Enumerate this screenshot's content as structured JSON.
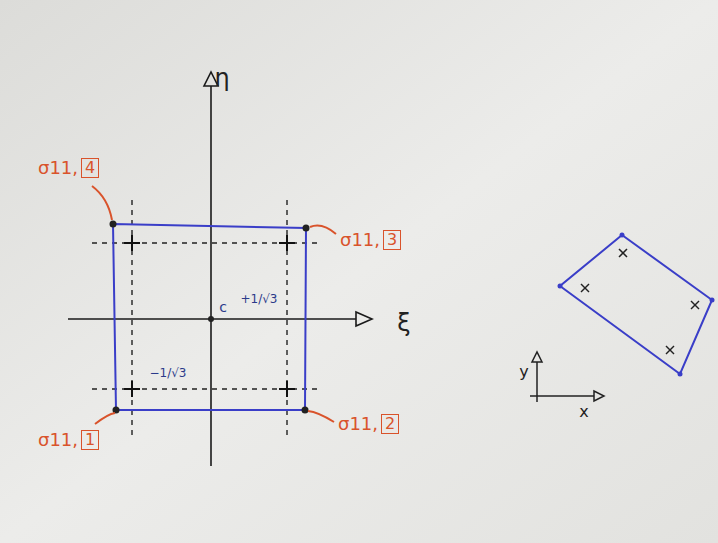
{
  "diagram": {
    "labels": [
      "η",
      "ξ",
      "c",
      "+1/√3",
      "−1/√3",
      "σ11,",
      "4",
      "σ11,",
      "3",
      "σ11,",
      "1",
      "σ11,",
      "2",
      "y",
      "x"
    ]
  }
}
